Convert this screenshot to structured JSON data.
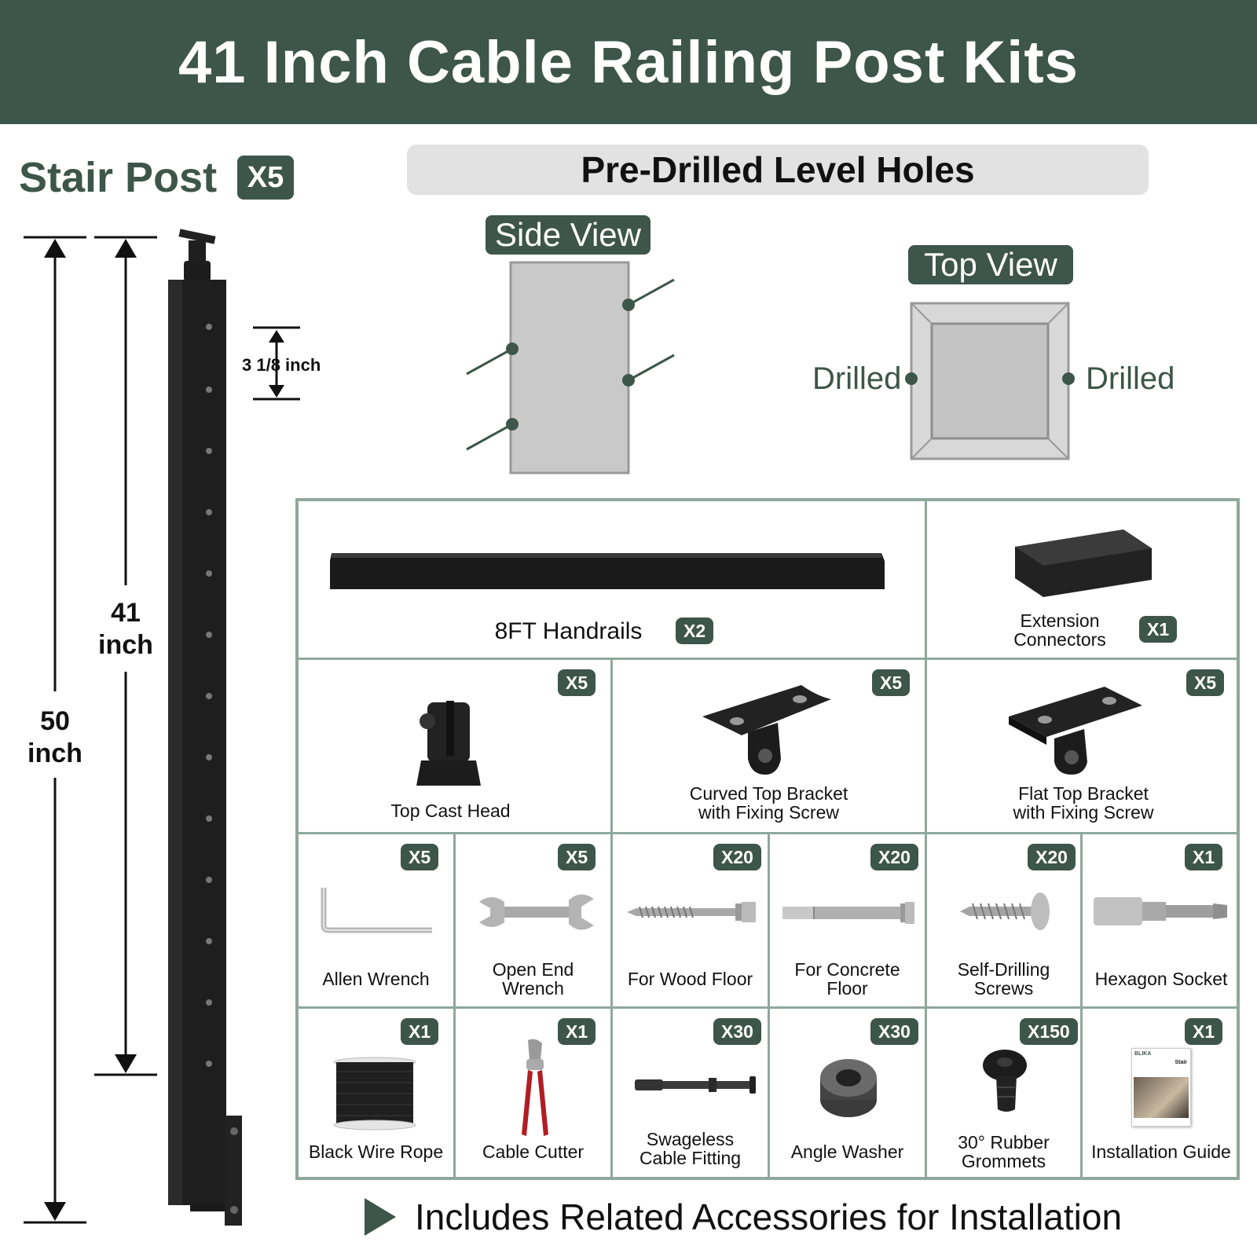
{
  "title": "41 Inch Cable Railing Post Kits",
  "stair_post": {
    "label": "Stair Post",
    "qty": "X5"
  },
  "pre_drilled": "Pre-Drilled Level Holes",
  "side_view": "Side View",
  "top_view": "Top View",
  "drilled_left": "Drilled",
  "drilled_right": "Drilled",
  "measurements": {
    "hole_spacing": "3 1/8 inch",
    "height_41_value": "41",
    "height_41_unit": "inch",
    "height_50_value": "50",
    "height_50_unit": "inch"
  },
  "items": {
    "handrails": {
      "label": "8FT Handrails",
      "qty": "X2"
    },
    "extension": {
      "line1": "Extension",
      "line2": "Connectors",
      "qty": "X1"
    },
    "top_cast_head": {
      "label": "Top Cast Head",
      "qty": "X5"
    },
    "curved_bracket": {
      "line1": "Curved Top Bracket",
      "line2": "with Fixing Screw",
      "qty": "X5"
    },
    "flat_bracket": {
      "line1": "Flat Top Bracket",
      "line2": "with Fixing Screw",
      "qty": "X5"
    },
    "allen_wrench": {
      "label": "Allen Wrench",
      "qty": "X5"
    },
    "open_end_wrench": {
      "line1": "Open End",
      "line2": "Wrench",
      "qty": "X5"
    },
    "wood_floor": {
      "label": "For Wood Floor",
      "qty": "X20"
    },
    "concrete_floor": {
      "line1": "For Concrete",
      "line2": "Floor",
      "qty": "X20"
    },
    "self_drilling": {
      "line1": "Self-Drilling",
      "line2": "Screws",
      "qty": "X20"
    },
    "hex_socket": {
      "label": "Hexagon Socket",
      "qty": "X1"
    },
    "wire_rope": {
      "label": "Black Wire Rope",
      "qty": "X1"
    },
    "cable_cutter": {
      "label": "Cable Cutter",
      "qty": "X1"
    },
    "swageless": {
      "line1": "Swageless",
      "line2": "Cable Fitting",
      "qty": "X30"
    },
    "angle_washer": {
      "label": "Angle Washer",
      "qty": "X30"
    },
    "grommets": {
      "line1": "30° Rubber",
      "line2": "Grommets",
      "qty": "X150"
    },
    "install_guide": {
      "label": "Installation Guide",
      "qty": "X1",
      "cover_brand": "BLIKA",
      "cover_title": "Stair"
    }
  },
  "footer": "Includes Related Accessories for Installation",
  "colors": {
    "brand": "#3d554a",
    "grid_border": "#8fa89c",
    "panel": "#e2e2e2"
  }
}
